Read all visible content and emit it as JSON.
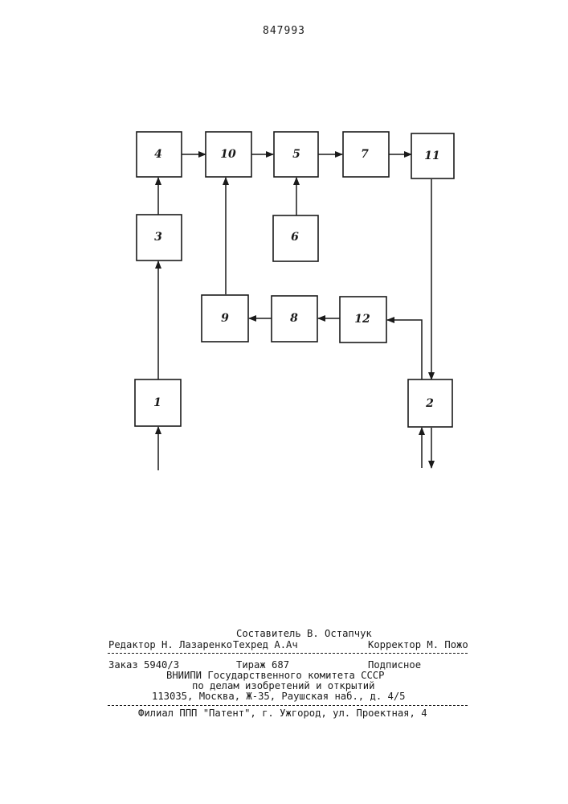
{
  "header": {
    "patent_number": "847993"
  },
  "diagram": {
    "blocks": [
      {
        "id": "b1",
        "label": "1"
      },
      {
        "id": "b2",
        "label": "2"
      },
      {
        "id": "b3",
        "label": "3"
      },
      {
        "id": "b4",
        "label": "4"
      },
      {
        "id": "b5",
        "label": "5"
      },
      {
        "id": "b6",
        "label": "6"
      },
      {
        "id": "b7",
        "label": "7"
      },
      {
        "id": "b8",
        "label": "8"
      },
      {
        "id": "b9",
        "label": "9"
      },
      {
        "id": "b10",
        "label": "10"
      },
      {
        "id": "b11",
        "label": "11"
      },
      {
        "id": "b12",
        "label": "12"
      }
    ],
    "connections": [
      {
        "from": "input",
        "to": "b1"
      },
      {
        "from": "b1",
        "to": "b3"
      },
      {
        "from": "b3",
        "to": "b4"
      },
      {
        "from": "b4",
        "to": "b10"
      },
      {
        "from": "b10",
        "to": "b5"
      },
      {
        "from": "b6",
        "to": "b5"
      },
      {
        "from": "b5",
        "to": "b7"
      },
      {
        "from": "b7",
        "to": "b11"
      },
      {
        "from": "b11",
        "to": "b2"
      },
      {
        "from": "b2",
        "to": "b12"
      },
      {
        "from": "b12",
        "to": "b8"
      },
      {
        "from": "b8",
        "to": "b9"
      },
      {
        "from": "b9",
        "to": "b10"
      },
      {
        "from": "b2",
        "to": "output"
      }
    ]
  },
  "imprint": {
    "compiler": "Составитель В. Остапчук",
    "editor": "Редактор Н. Лазаренко",
    "techred": "Техред А.Ач",
    "corrector": "Корректор М. Пожо",
    "order": "Заказ 5940/3",
    "circulation": "Тираж 687",
    "subscription": "Подписное",
    "org_line1": "ВНИИПИ Государственного комитета СССР",
    "org_line2": "по делам изобретений и открытий",
    "address": "113035, Москва, Ж-35, Раушская наб., д. 4/5",
    "branch": "Филиал ППП \"Патент\", г. Ужгород, ул. Проектная, 4"
  }
}
